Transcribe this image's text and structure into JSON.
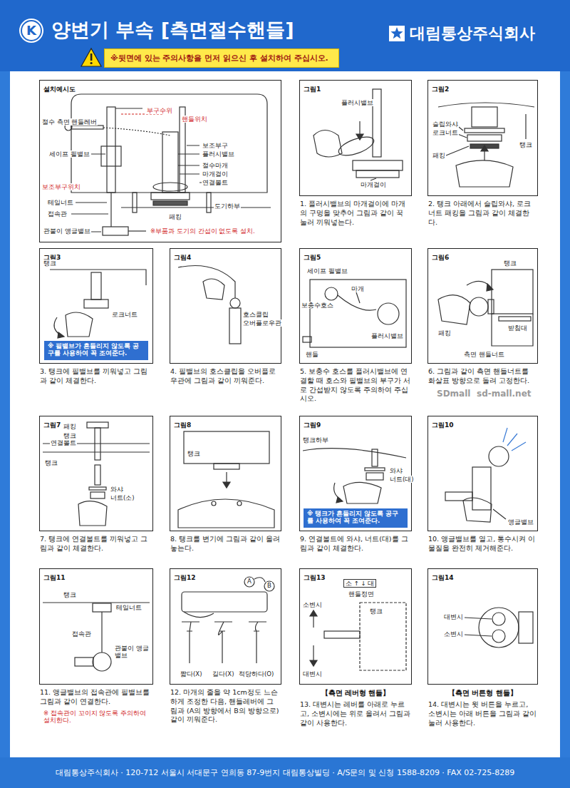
{
  "diagram": {
    "title": "양변기 부속 [측면절수핸들]",
    "nodes": [
      {
        "text": [
          "※뒷면에 있는 주의사항을 먼저 읽으신 후 설치하여 주십시오."
        ]
      },
      {
        "text": [
          "설치예시도"
        ]
      },
      {
        "text": [
          "그림1",
          "1. 플러시밸브의 마개걸이에 마개의 구멍을 맞추어 그림과 같이 꾹 눌러 끼워넣는다."
        ]
      },
      {
        "text": [
          "그림2",
          "2. 탱크 아래에서 슬립와샤, 로크너트 패킹을 그림과 같이 체결한다."
        ]
      },
      {
        "text": [
          "그림3",
          "3. 탱크에 필밸브를 끼워넣고 그림과 같이 체결한다."
        ]
      },
      {
        "text": [
          "※ 필밸브가 흔들리지 않도록 공구를 사용하여 꼭 조여준다."
        ],
        "in": 4
      },
      {
        "text": [
          "그림4",
          "4. 필밸브의 호스클립을 오버플로우관에 그림과 같이 끼워준다."
        ]
      },
      {
        "text": [
          "그림5",
          "5. 보충수 호스를 플러시밸브에 연결할 때 호스와 필밸브의 부구가 서로 간섭받지 않도록 주의하여 주십시오."
        ]
      },
      {
        "text": [
          "그림6",
          "6. 그림과 같이 측면 핸들너트를 화살표 방향으로 돌려 고정한다."
        ]
      },
      {
        "text": [
          "그림7",
          "7. 탱크에 연결볼트를 끼워넣고 그림과 같이 체결한다."
        ]
      },
      {
        "text": [
          "그림8",
          "8. 탱크를 변기에 그림과 같이 올려놓는다."
        ]
      },
      {
        "text": [
          "그림9",
          "9. 연결볼트에 와샤, 너트(대)를 그림과 같이 체결한다."
        ]
      },
      {
        "text": [
          "※ 탱크가 흔들리지 않도록 공구를 사용하여 꼭 조여준다."
        ],
        "in": 11
      },
      {
        "text": [
          "그림10",
          "10. 앵글밸브를 열고, 통수시켜 이물질을 완전히 제거해준다."
        ]
      },
      {
        "text": [
          "그림11",
          "11. 앵글밸브의 접속관에 필밸브를 그림과 같이 연결한다."
        ]
      },
      {
        "text": [
          "그림12",
          "12. 마개의 줄을 약 1cm정도 느슨하게 조정한 다음, 핸들레버에 그림과 (A의 방향에서 B의 방향으로) 같이 끼워준다."
        ]
      },
      {
        "text": [
          "그림13",
          "【측면 레버형 핸들】",
          "13. 대변시는 레버를 아래로 누르고, 소변시에는 위로 올려서 그림과 같이 사용한다."
        ]
      },
      {
        "text": [
          "그림14",
          "【측면 버튼형 핸들】",
          "14. 대변시는 윗 버튼을 누르고, 소변시는 아래 버튼을 그림과 같이 눌러 사용한다."
        ]
      },
      {
        "text": [
          "대림통상주식회사 · 120-712 서울시 서대문구 연희동 87-9번지 대림통상빌딩 · A/S문의 및 신청 1588-8209 · FAX 02-725-8289"
        ]
      }
    ],
    "labels": [
      "K",
      "대림통상주식회사",
      "절수 측면 핸들레버",
      "부구수위",
      "핸들위치",
      "보조부구",
      "플러시밸브",
      "세이프 필밸브",
      "절수마개",
      "마개걸이",
      "연결볼트",
      "보조부구위치",
      "테일너트",
      "도기하부",
      "접속관",
      "패킹",
      "관붙이 앵글밸브",
      "※부품과 도기의 간섭이 없도록 설치.",
      "플러시밸브",
      "마개걸이",
      "슬립와샤",
      "로크너트",
      "패킹",
      "탱크",
      "탱크",
      "로크너트",
      "호스클립",
      "오버플로우관",
      "세이프 필밸브",
      "마개",
      "보충수호스",
      "플러시밸브",
      "핸들",
      "탱크",
      "받침대",
      "패킹",
      "측면 핸들너트",
      "패킹",
      "탱크",
      "연결볼트",
      "탱크",
      "와샤",
      "너트(소)",
      "탱크",
      "탱크하부",
      "와샤",
      "너트(대)",
      "앵글밸브",
      "탱크",
      "테일너트",
      "접속관",
      "관붙이 앵글밸브",
      "※ 접속관이 꼬이지 않도록 주의하여 설치한다.",
      "A",
      "B",
      "짧다(X)",
      "길다(X)",
      "적당하다(O)",
      "소 ↑ ↓ 대",
      "핸들정면",
      "소변시",
      "탱크",
      "대변시",
      "대변시",
      "소변시",
      "SDmall",
      "sd-mall.net"
    ]
  }
}
